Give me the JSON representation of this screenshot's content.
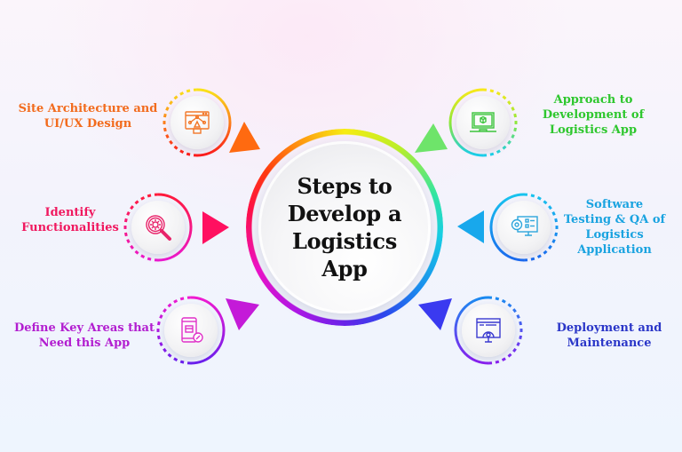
{
  "hub": {
    "title_lines": [
      "Steps to",
      "Develop a",
      "Logistics",
      "App"
    ]
  },
  "steps": [
    {
      "id": "site-architecture",
      "lines": [
        "Site Architecture and",
        "UI/UX Design"
      ],
      "color": "#f26b1d",
      "icon": "design-vector-icon",
      "side": "left"
    },
    {
      "id": "identify-functionalities",
      "lines": [
        "Identify",
        "Functionalities"
      ],
      "color": "#f0185f",
      "icon": "magnifier-gear-icon",
      "side": "left"
    },
    {
      "id": "define-key-areas",
      "lines": [
        "Define Key Areas that",
        "Need this App"
      ],
      "color": "#b21ed0",
      "icon": "mobile-package-icon",
      "side": "left"
    },
    {
      "id": "approach-development",
      "lines": [
        "Approach to",
        "Development of",
        "Logistics App"
      ],
      "color": "#2ec72e",
      "icon": "laptop-package-icon",
      "side": "right"
    },
    {
      "id": "software-testing",
      "lines": [
        "Software",
        "Testing & QA of",
        "Logistics",
        "Application"
      ],
      "color": "#1aa3e0",
      "icon": "monitor-gear-checklist-icon",
      "side": "right"
    },
    {
      "id": "deployment-maintenance",
      "lines": [
        "Deployment and",
        "Maintenance"
      ],
      "color": "#2a36c8",
      "icon": "monitor-gear-deploy-icon",
      "side": "right"
    }
  ],
  "arrow_colors": {
    "site-architecture": "#ff6a10",
    "identify-functionalities": "#ff1060",
    "define-key-areas": "#c41ad8",
    "approach-development": "#6ee46a",
    "software-testing": "#18a8ec",
    "deployment-maintenance": "#3a3af0"
  }
}
